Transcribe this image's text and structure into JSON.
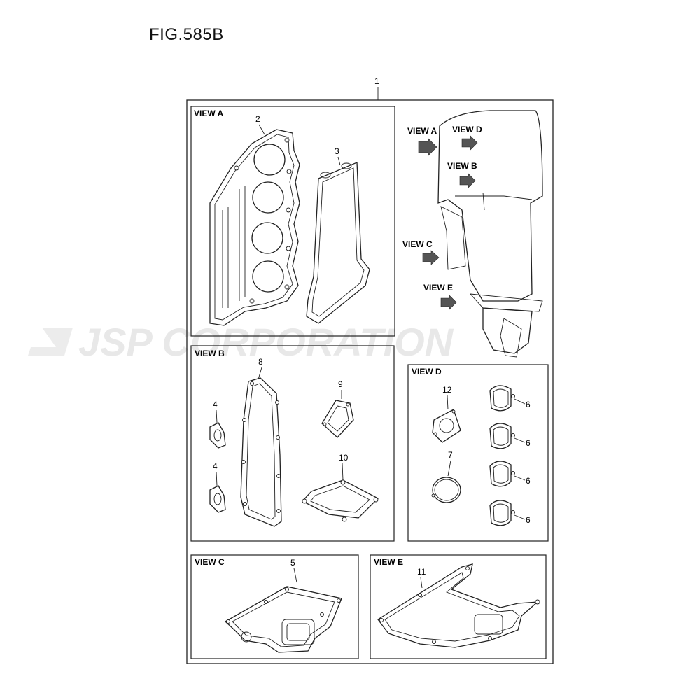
{
  "figure": {
    "title": "FIG.585B",
    "assembly_number": "1"
  },
  "watermark": {
    "text": "JSP CORPORATION"
  },
  "views": {
    "a": {
      "label": "VIEW A",
      "parts": [
        "2",
        "3"
      ]
    },
    "b": {
      "label": "VIEW B",
      "parts": [
        "8",
        "9",
        "4",
        "4",
        "10"
      ]
    },
    "c": {
      "label": "VIEW C",
      "parts": [
        "5"
      ]
    },
    "d": {
      "label": "VIEW D",
      "parts": [
        "12",
        "7",
        "6",
        "6",
        "6",
        "6"
      ]
    },
    "e": {
      "label": "VIEW E",
      "parts": [
        "11"
      ]
    }
  },
  "engine_callouts": [
    "VIEW A",
    "VIEW D",
    "VIEW B",
    "VIEW C",
    "VIEW E"
  ],
  "colors": {
    "line": "#222222",
    "watermark": "#e6e6e6",
    "arrow": "#555555"
  }
}
